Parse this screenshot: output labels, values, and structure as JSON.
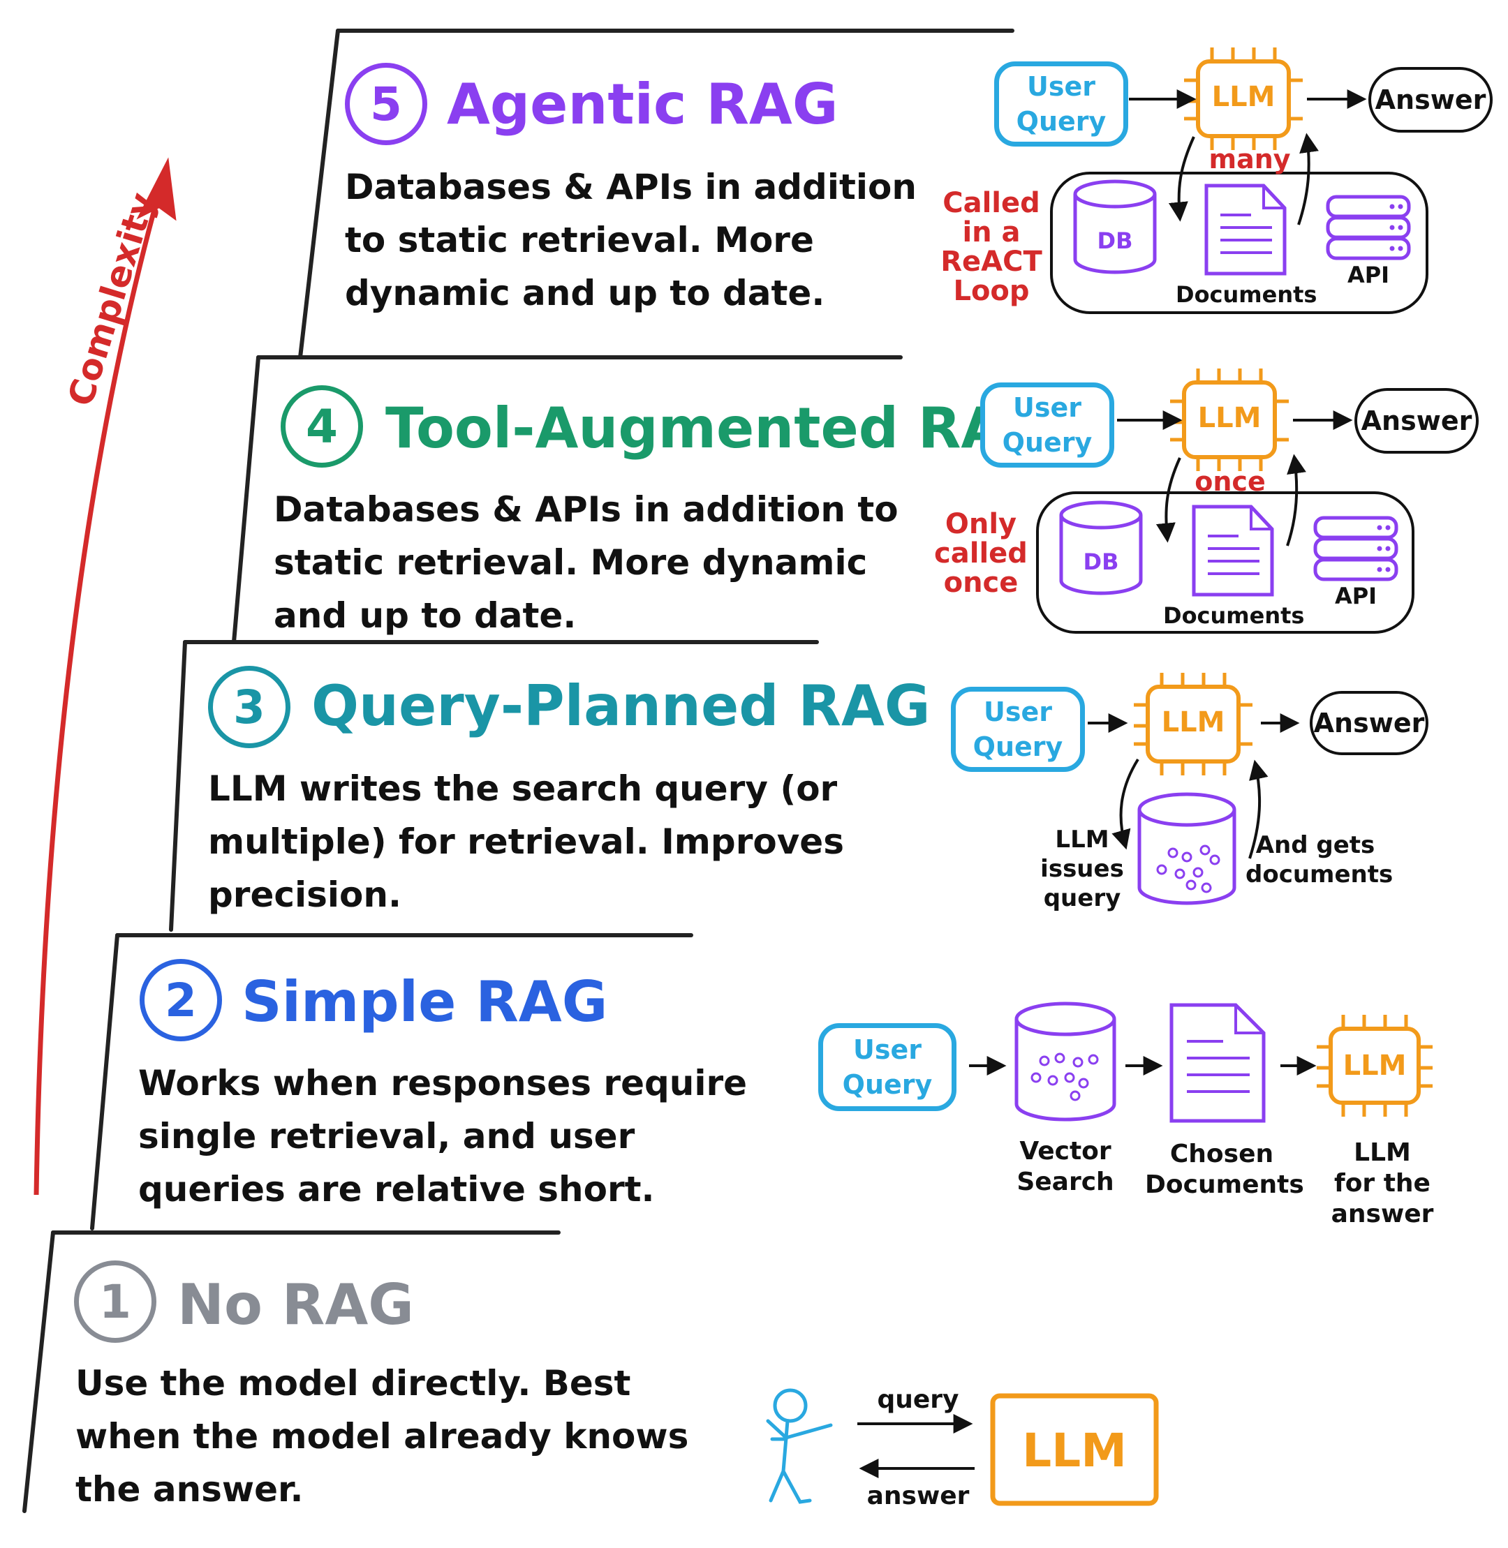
{
  "axis": {
    "label": "Complexity"
  },
  "colors": {
    "accent_red": "#d42a2a",
    "agentic": "#8a3ff0",
    "tool": "#1a9a6a",
    "query_planned": "#1a95a6",
    "simple": "#2a62e0",
    "no_rag": "#888c94",
    "user_query": "#29a8e0",
    "llm": "#f29a1a",
    "docs": "#8a3ff0"
  },
  "levels": [
    {
      "number": "5",
      "title": "Agentic RAG",
      "description": [
        "Databases & APIs in addition",
        "to static retrieval. More",
        "dynamic and up to date."
      ],
      "diagram": {
        "user_query": [
          "User",
          "Query"
        ],
        "llm": "LLM",
        "answer": "Answer",
        "call_label": "many",
        "note": [
          "Called",
          "in a",
          "ReACT",
          "Loop"
        ],
        "db": "DB",
        "documents": "Documents",
        "api": "API"
      }
    },
    {
      "number": "4",
      "title": "Tool-Augmented RAG",
      "description": [
        "Databases & APIs in addition to",
        "static retrieval. More dynamic",
        "and up to date."
      ],
      "diagram": {
        "user_query": [
          "User",
          "Query"
        ],
        "llm": "LLM",
        "answer": "Answer",
        "call_label": "once",
        "note": [
          "Only",
          "called",
          "once"
        ],
        "db": "DB",
        "documents": "Documents",
        "api": "API"
      }
    },
    {
      "number": "3",
      "title": "Query-Planned RAG",
      "description": [
        "LLM writes the search query (or",
        "multiple) for retrieval. Improves",
        "precision."
      ],
      "diagram": {
        "user_query": [
          "User",
          "Query"
        ],
        "llm": "LLM",
        "answer": "Answer",
        "left_note": [
          "LLM",
          "issues",
          "query"
        ],
        "right_note": [
          "And gets",
          "documents"
        ]
      }
    },
    {
      "number": "2",
      "title": "Simple RAG",
      "description": [
        "Works when responses require",
        "single retrieval, and user",
        "queries are relative short."
      ],
      "diagram": {
        "user_query": [
          "User",
          "Query"
        ],
        "llm": "LLM",
        "vector_label": [
          "Vector",
          "Search"
        ],
        "docs_label": [
          "Chosen",
          "Documents"
        ],
        "llm_label": [
          "LLM",
          "for the",
          "answer"
        ]
      }
    },
    {
      "number": "1",
      "title": "No RAG",
      "description": [
        "Use the model directly. Best",
        "when the model already knows",
        "the answer."
      ],
      "diagram": {
        "query": "query",
        "answer": "answer",
        "llm": "LLM"
      }
    }
  ]
}
